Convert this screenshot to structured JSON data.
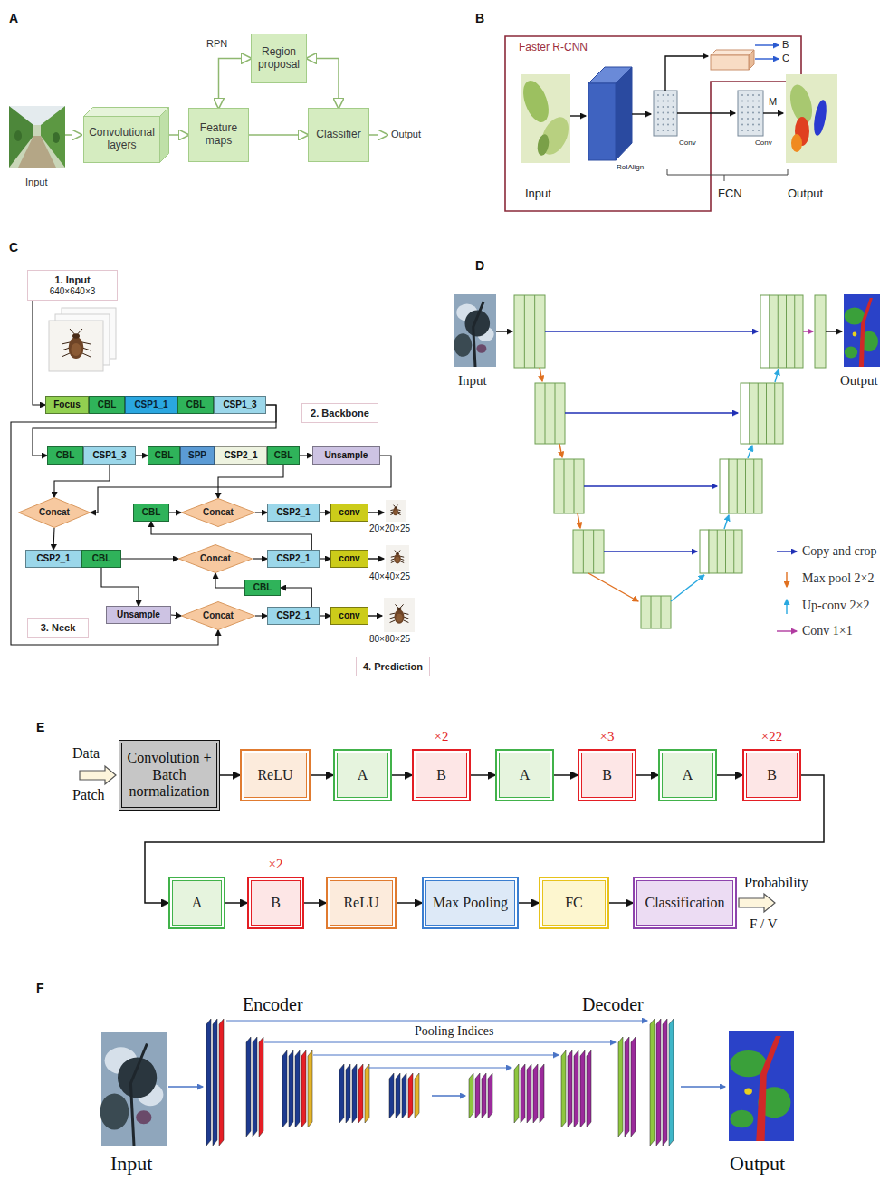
{
  "diagram": {
    "nodes": [
      {
        "text": [
          "Convolutional layers"
        ]
      },
      {
        "text": [
          "Feature maps"
        ]
      },
      {
        "text": [
          "Region proposal"
        ]
      },
      {
        "text": [
          "Classifier"
        ]
      },
      {
        "text": [
          "1. Input",
          "640×640×3"
        ]
      },
      {
        "text": [
          "Focus"
        ]
      },
      {
        "text": [
          "CBL"
        ]
      },
      {
        "text": [
          "CSP1_1"
        ]
      },
      {
        "text": [
          "CBL"
        ]
      },
      {
        "text": [
          "CSP1_3"
        ]
      },
      {
        "text": [
          "2. Backbone"
        ]
      },
      {
        "text": [
          "CBL"
        ]
      },
      {
        "text": [
          "CSP1_3"
        ]
      },
      {
        "text": [
          "CBL"
        ]
      },
      {
        "text": [
          "SPP"
        ]
      },
      {
        "text": [
          "CSP2_1"
        ]
      },
      {
        "text": [
          "CBL"
        ]
      },
      {
        "text": [
          "Unsample"
        ]
      },
      {
        "text": [
          "Concat"
        ]
      },
      {
        "text": [
          "CBL"
        ]
      },
      {
        "text": [
          "Concat"
        ]
      },
      {
        "text": [
          "CSP2_1"
        ]
      },
      {
        "text": [
          "conv"
        ]
      },
      {
        "text": [
          "CSP2_1"
        ]
      },
      {
        "text": [
          "CBL"
        ]
      },
      {
        "text": [
          "Concat"
        ]
      },
      {
        "text": [
          "CSP2_1"
        ]
      },
      {
        "text": [
          "conv"
        ]
      },
      {
        "text": [
          "CBL"
        ]
      },
      {
        "text": [
          "Unsample"
        ]
      },
      {
        "text": [
          "Concat"
        ]
      },
      {
        "text": [
          "CSP2_1"
        ]
      },
      {
        "text": [
          "conv"
        ]
      },
      {
        "text": [
          "3. Neck"
        ]
      },
      {
        "text": [
          "4. Prediction"
        ]
      },
      {
        "text": [
          "Convolution + Batch normalization"
        ]
      },
      {
        "text": [
          "ReLU"
        ]
      },
      {
        "text": [
          "A"
        ]
      },
      {
        "text": [
          "×2",
          "B"
        ]
      },
      {
        "text": [
          "A"
        ]
      },
      {
        "text": [
          "×3",
          "B"
        ]
      },
      {
        "text": [
          "A"
        ]
      },
      {
        "text": [
          "×22",
          "B"
        ]
      },
      {
        "text": [
          "A"
        ]
      },
      {
        "text": [
          "×2",
          "B"
        ]
      },
      {
        "text": [
          "ReLU"
        ]
      },
      {
        "text": [
          "Max Pooling"
        ]
      },
      {
        "text": [
          "FC"
        ]
      },
      {
        "text": [
          "Classification"
        ]
      }
    ],
    "edges": [
      {
        "from": 0,
        "to": 1,
        "arrow": "to"
      },
      {
        "from": 1,
        "to": 3,
        "arrow": "to"
      },
      {
        "from": 1,
        "to": 2,
        "arrow": "both"
      },
      {
        "from": 2,
        "to": 3,
        "arrow": "both"
      },
      {
        "from": 4,
        "to": 5,
        "arrow": "to"
      },
      {
        "from": 9,
        "to": 11,
        "arrow": "to"
      },
      {
        "from": 9,
        "to": 30,
        "arrow": "to"
      },
      {
        "from": 12,
        "to": 13,
        "arrow": "to"
      },
      {
        "from": 16,
        "to": 17,
        "arrow": "to"
      },
      {
        "from": 12,
        "to": 18,
        "arrow": "to"
      },
      {
        "from": 17,
        "to": 18,
        "arrow": "to"
      },
      {
        "from": 16,
        "to": 20,
        "arrow": "to"
      },
      {
        "from": 18,
        "to": 23,
        "arrow": "to"
      },
      {
        "from": 24,
        "to": 25,
        "arrow": "to"
      },
      {
        "from": 24,
        "to": 29,
        "arrow": "to"
      },
      {
        "from": 29,
        "to": 30,
        "arrow": "to"
      },
      {
        "from": 30,
        "to": 31,
        "arrow": "to"
      },
      {
        "from": 31,
        "to": 32,
        "arrow": "to"
      },
      {
        "from": 31,
        "to": 28,
        "arrow": "to"
      },
      {
        "from": 28,
        "to": 25,
        "arrow": "to"
      },
      {
        "from": 25,
        "to": 26,
        "arrow": "to"
      },
      {
        "from": 26,
        "to": 27,
        "arrow": "to"
      },
      {
        "from": 26,
        "to": 19,
        "arrow": "to"
      },
      {
        "from": 19,
        "to": 20,
        "arrow": "to"
      },
      {
        "from": 20,
        "to": 21,
        "arrow": "to"
      },
      {
        "from": 21,
        "to": 22,
        "arrow": "to"
      },
      {
        "from": 35,
        "to": 36,
        "arrow": "to"
      },
      {
        "from": 36,
        "to": 37,
        "arrow": "to"
      },
      {
        "from": 37,
        "to": 38,
        "arrow": "to"
      },
      {
        "from": 38,
        "to": 39,
        "arrow": "to"
      },
      {
        "from": 39,
        "to": 40,
        "arrow": "to"
      },
      {
        "from": 40,
        "to": 41,
        "arrow": "to"
      },
      {
        "from": 41,
        "to": 42,
        "arrow": "to"
      },
      {
        "from": 42,
        "to": 43,
        "arrow": "to"
      },
      {
        "from": 43,
        "to": 44,
        "arrow": "to"
      },
      {
        "from": 44,
        "to": 45,
        "arrow": "to"
      },
      {
        "from": 45,
        "to": 46,
        "arrow": "to"
      },
      {
        "from": 46,
        "to": 47,
        "arrow": "to"
      },
      {
        "from": 47,
        "to": 48,
        "arrow": "to"
      }
    ],
    "labels": [
      "A",
      "Input",
      "RPN",
      "Output",
      "B",
      "Faster R-CNN",
      "RoIAlign",
      "Conv",
      "B",
      "C",
      "Conv",
      "M",
      "Input",
      "FCN",
      "Output",
      "C",
      "20×20×25",
      "40×40×25",
      "80×80×25",
      "D",
      "Input",
      "Output",
      "E",
      "Data",
      "Patch",
      "Probability",
      "F / V",
      "F",
      "Encoder",
      "Decoder",
      "Pooling Indices",
      "Input",
      "Output"
    ],
    "legend": [
      {
        "text": "Copy and crop"
      },
      {
        "text": "Max pool 2×2"
      },
      {
        "text": "Up-conv 2×2"
      },
      {
        "text": "Conv 1×1"
      }
    ]
  }
}
